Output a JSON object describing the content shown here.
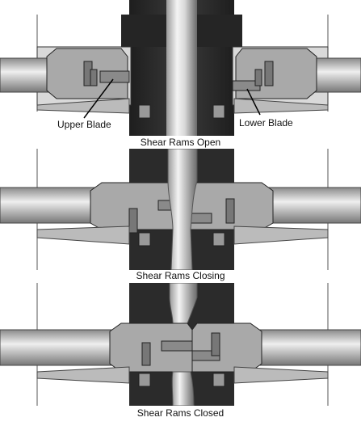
{
  "labels": {
    "upper_blade": "Upper Blade",
    "lower_blade": "Lower Blade"
  },
  "stages": [
    {
      "caption": "Shear Rams Open"
    },
    {
      "caption": "Shear Rams Closing"
    },
    {
      "caption": "Shear Rams Closed"
    }
  ],
  "colors": {
    "body_dark": "#2b2b2b",
    "ram_gray": "#a8a8a8",
    "ram_light": "#cfcfcf",
    "pipe_light": "#e6e6e6",
    "rod_mid": "#bdbdbd"
  }
}
